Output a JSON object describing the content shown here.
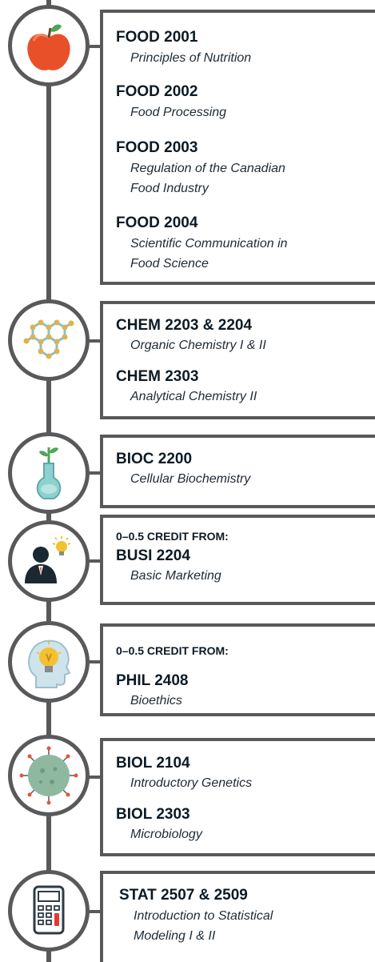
{
  "groups": [
    {
      "icon": "apple-icon",
      "prefix": "",
      "courses": [
        {
          "code": "FOOD 2001",
          "title_lines": [
            "Principles of Nutrition"
          ]
        },
        {
          "code": "FOOD 2002",
          "title_lines": [
            "Food Processing"
          ]
        },
        {
          "code": "FOOD 2003",
          "title_lines": [
            "Regulation of the Canadian",
            "Food Industry"
          ]
        },
        {
          "code": "FOOD 2004",
          "title_lines": [
            "Scientific Communication in",
            "Food Science"
          ]
        }
      ]
    },
    {
      "icon": "molecule-hexagon-icon",
      "prefix": "",
      "courses": [
        {
          "code": "CHEM 2203 & 2204",
          "title_lines": [
            "Organic Chemistry I & II"
          ]
        },
        {
          "code": "CHEM 2303",
          "title_lines": [
            "Analytical Chemistry II"
          ]
        }
      ]
    },
    {
      "icon": "flask-sprout-icon",
      "prefix": "",
      "courses": [
        {
          "code": "BIOC 2200",
          "title_lines": [
            "Cellular Biochemistry"
          ]
        }
      ]
    },
    {
      "icon": "businessman-idea-icon",
      "prefix": "0–0.5 CREDIT FROM:",
      "courses": [
        {
          "code": "BUSI 2204",
          "title_lines": [
            "Basic Marketing"
          ]
        }
      ]
    },
    {
      "icon": "head-lightbulb-icon",
      "prefix": "0–0.5 CREDIT FROM:",
      "courses": [
        {
          "code": "PHIL 2408",
          "title_lines": [
            "Bioethics"
          ]
        }
      ]
    },
    {
      "icon": "microbe-icon",
      "prefix": "",
      "courses": [
        {
          "code": "BIOL 2104",
          "title_lines": [
            "Introductory Genetics"
          ]
        },
        {
          "code": "BIOL 2303",
          "title_lines": [
            "Microbiology"
          ]
        }
      ]
    },
    {
      "icon": "calculator-icon",
      "prefix": "",
      "courses": [
        {
          "code": "STAT 2507 & 2509",
          "title_lines": [
            "Introduction to Statistical",
            "Modeling I & II"
          ]
        }
      ]
    }
  ],
  "colors": {
    "line": "#58595b",
    "apple": "#e8502a",
    "molecule_line": "#7cc3d6",
    "molecule_node": "#e0b24a",
    "flask": "#8ed0cf",
    "leaf": "#4da65a",
    "suit": "#1b2832",
    "bulb": "#f2c230",
    "head": "#cfe3ec",
    "microbe": "#8fb8a0",
    "spike_tip": "#e2573a",
    "calculator": "#2e3b45",
    "calc_red": "#e23a33"
  }
}
